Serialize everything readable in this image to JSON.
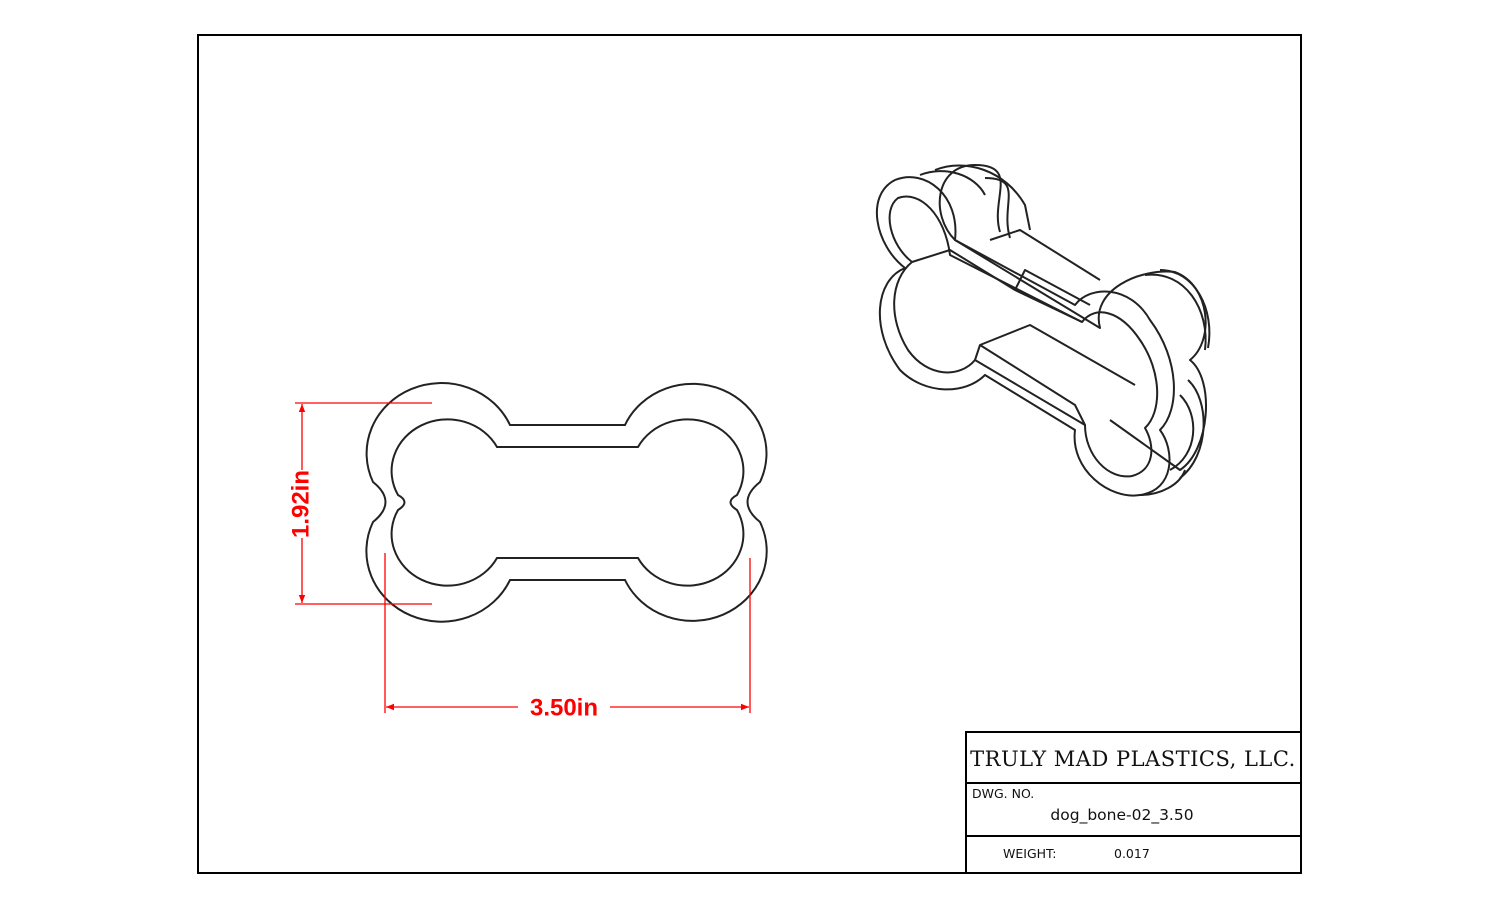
{
  "drawing": {
    "height_dimension": "1.92in",
    "width_dimension": "3.50in",
    "dimension_color": "#ff0000"
  },
  "title_block": {
    "company": "TRULY MAD PLASTICS, LLC.",
    "dwg_no_label": "DWG. NO.",
    "dwg_no_value": "dog_bone-02_3.50",
    "weight_label": "WEIGHT:",
    "weight_value": "0.017"
  }
}
